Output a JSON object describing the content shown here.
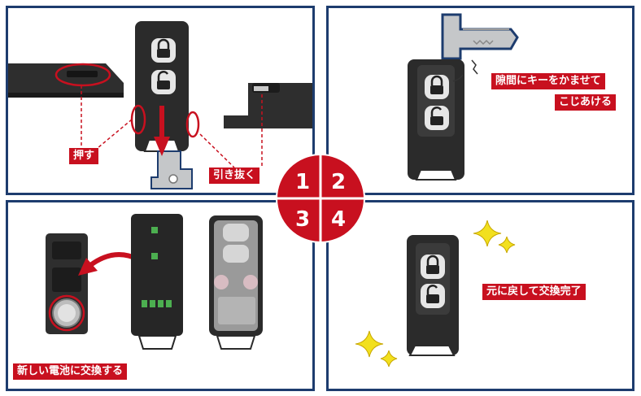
{
  "steps": [
    {
      "number": "1",
      "labels": {
        "press": "押す",
        "pull": "引き抜く"
      },
      "icons": [
        "lock-icon",
        "unlock-icon"
      ]
    },
    {
      "number": "2",
      "labels": {
        "line1": "隙間にキーをかませて",
        "line2": "こじあける"
      },
      "icons": [
        "lock-icon",
        "unlock-icon"
      ]
    },
    {
      "number": "3",
      "labels": {
        "replace": "新しい電池に交換する"
      }
    },
    {
      "number": "4",
      "labels": {
        "restore": "元に戻して交換完了"
      },
      "icons": [
        "lock-icon",
        "unlock-icon"
      ]
    }
  ],
  "colors": {
    "border": "#1d3c6e",
    "accent": "#c8101f",
    "fob": "#2b2b2b",
    "button": "#e6e6e6",
    "sparkle": "#f2e01e"
  }
}
